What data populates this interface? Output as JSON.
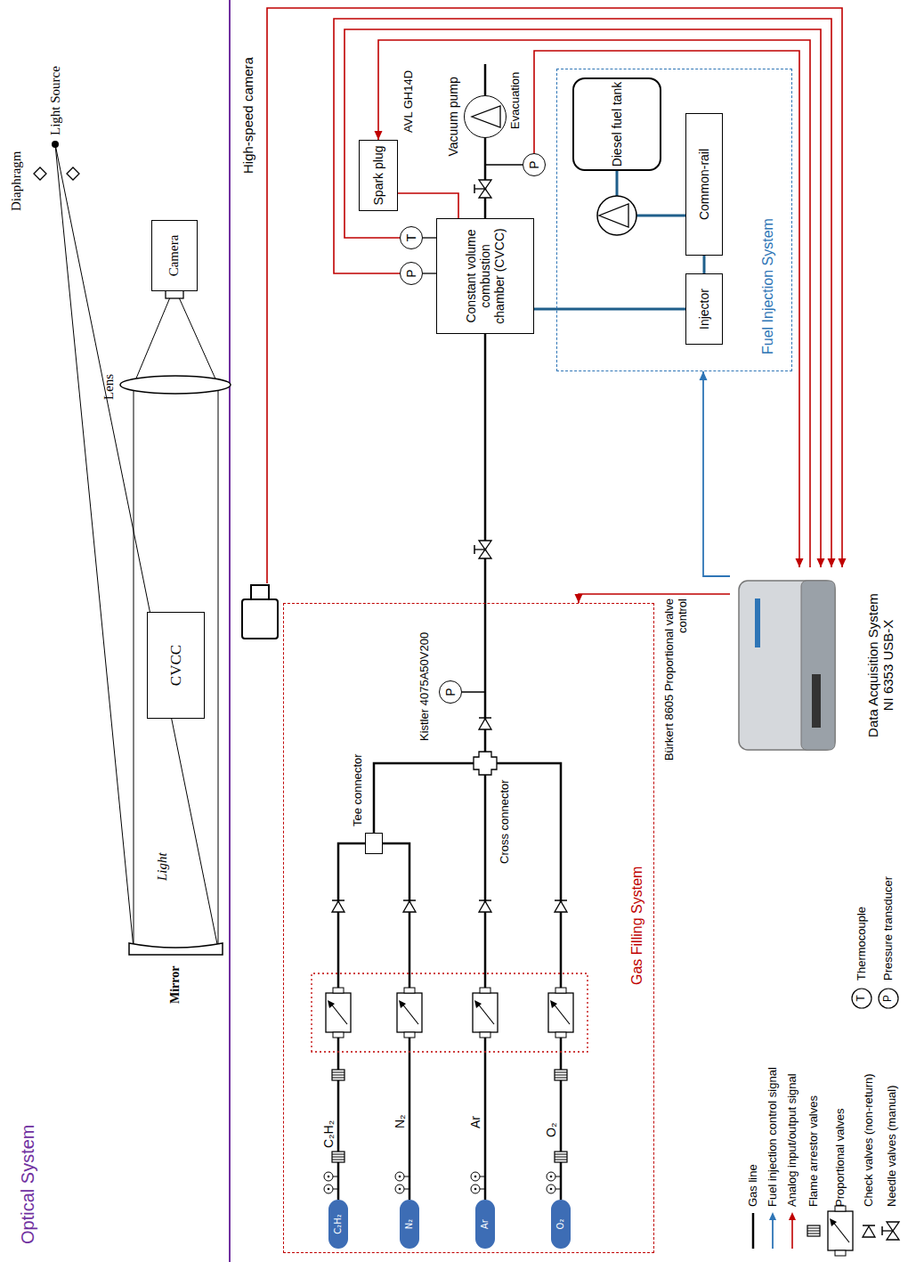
{
  "diagram": {
    "nodes": [
      {
        "text": [
          "CVCC"
        ]
      },
      {
        "text": [
          "Camera"
        ]
      },
      {
        "text": [
          "High-speed camera"
        ]
      },
      {
        "text": [
          "Spark plug"
        ]
      },
      {
        "text": [
          "T"
        ]
      },
      {
        "text": [
          "P"
        ]
      },
      {
        "text": [
          "Constant volume combustion chamber (CVCC)"
        ]
      },
      {
        "text": [
          "Vacuum pump"
        ]
      },
      {
        "text": [
          "P"
        ]
      },
      {
        "text": [
          "Fuel Injection System"
        ]
      },
      {
        "text": [
          "Diesel fuel tank"
        ],
        "in": 9
      },
      {
        "text": [
          "Common-rail"
        ],
        "in": 9
      },
      {
        "text": [
          "Injector"
        ],
        "in": 9
      },
      {
        "text": [
          "Data Acquisition System",
          "NI 6353 USB-X"
        ]
      },
      {
        "text": [
          "Gas Filling System"
        ]
      },
      {
        "text": [
          "C₂H₂"
        ],
        "in": 14
      },
      {
        "text": [
          "N₂"
        ],
        "in": 14
      },
      {
        "text": [
          "Ar"
        ],
        "in": 14
      },
      {
        "text": [
          "O₂"
        ],
        "in": 14
      },
      {
        "text": [
          "Tee connector"
        ],
        "in": 14
      },
      {
        "text": [
          "Cross connector"
        ],
        "in": 14
      },
      {
        "text": [
          "P"
        ],
        "in": 14
      }
    ],
    "edges": [
      {
        "from": 2,
        "to": 13,
        "arrow": "to"
      },
      {
        "from": 5,
        "to": 13,
        "arrow": "to"
      },
      {
        "from": 4,
        "to": 13,
        "arrow": "to"
      },
      {
        "from": 13,
        "to": 3,
        "arrow": "to"
      },
      {
        "from": 8,
        "to": 13,
        "arrow": "to"
      },
      {
        "from": 3,
        "to": 6,
        "arrow": "none"
      },
      {
        "from": 4,
        "to": 6,
        "arrow": "none"
      },
      {
        "from": 5,
        "to": 6,
        "arrow": "none"
      },
      {
        "from": 6,
        "to": 7,
        "arrow": "none"
      },
      {
        "from": 10,
        "to": 11,
        "arrow": "none"
      },
      {
        "from": 11,
        "to": 12,
        "arrow": "none"
      },
      {
        "from": 12,
        "to": 6,
        "arrow": "none"
      },
      {
        "from": 13,
        "to": 9,
        "arrow": "to"
      },
      {
        "from": 13,
        "to": 14,
        "arrow": "to",
        "label": "Bürkert 8605 Proportional valve control"
      },
      {
        "from": 15,
        "to": 19,
        "arrow": "none",
        "label": "C₂H₂"
      },
      {
        "from": 16,
        "to": 19,
        "arrow": "none",
        "label": "N₂"
      },
      {
        "from": 19,
        "to": 20,
        "arrow": "none"
      },
      {
        "from": 17,
        "to": 20,
        "arrow": "none",
        "label": "Ar"
      },
      {
        "from": 18,
        "to": 20,
        "arrow": "none",
        "label": "O₂"
      },
      {
        "from": 20,
        "to": 6,
        "arrow": "none"
      }
    ],
    "labels": [
      "Optical System",
      "Diaphragm",
      "Light Source",
      "Mirror",
      "Light",
      "Lens",
      "AVL GH14D",
      "Evacuation",
      "Kistler 4075A50V200",
      "T",
      "P"
    ],
    "legend": [
      {
        "text": "Gas line"
      },
      {
        "text": "Fuel injection control signal"
      },
      {
        "text": "Analog input/output signal"
      },
      {
        "text": "Flame arrestor valves"
      },
      {
        "text": "Proportional valves"
      },
      {
        "text": "Check valves (non-return)"
      },
      {
        "text": "Needle valves (manual)"
      },
      {
        "text": "Thermocouple"
      },
      {
        "text": "Pressure transducer"
      }
    ]
  }
}
